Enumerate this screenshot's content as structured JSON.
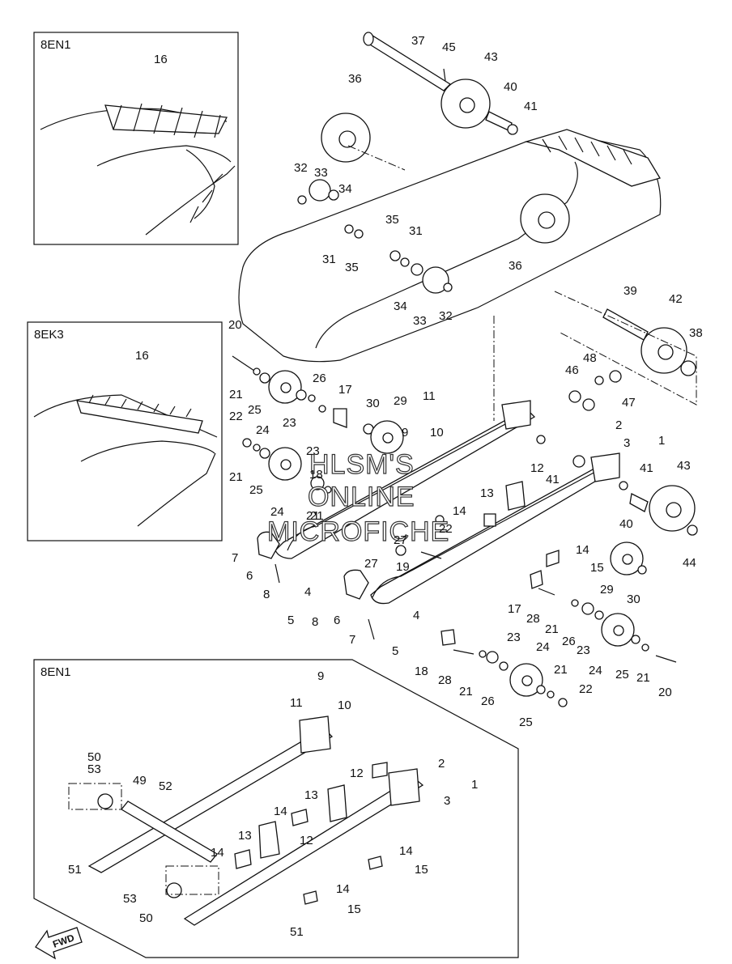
{
  "boxes": {
    "top": "8EN1",
    "middle": "8EK3",
    "bottom": "8EN1"
  },
  "watermark": [
    "HLSM'S",
    "ONLINE",
    "MICROFICHE"
  ],
  "fwd": "FWD",
  "callouts": [
    {
      "id": "c16a",
      "text": "16"
    },
    {
      "id": "c37",
      "text": "37"
    },
    {
      "id": "c45",
      "text": "45"
    },
    {
      "id": "c43a",
      "text": "43"
    },
    {
      "id": "c36a",
      "text": "36"
    },
    {
      "id": "c40a",
      "text": "40"
    },
    {
      "id": "c41a",
      "text": "41"
    },
    {
      "id": "c32a",
      "text": "32"
    },
    {
      "id": "c33a",
      "text": "33"
    },
    {
      "id": "c34a",
      "text": "34"
    },
    {
      "id": "c31a",
      "text": "31"
    },
    {
      "id": "c35a",
      "text": "35"
    },
    {
      "id": "c35b",
      "text": "35"
    },
    {
      "id": "c31b",
      "text": "31"
    },
    {
      "id": "c36b",
      "text": "36"
    },
    {
      "id": "c34b",
      "text": "34"
    },
    {
      "id": "c33b",
      "text": "33"
    },
    {
      "id": "c32b",
      "text": "32"
    },
    {
      "id": "c39",
      "text": "39"
    },
    {
      "id": "c42",
      "text": "42"
    },
    {
      "id": "c38",
      "text": "38"
    },
    {
      "id": "c16b",
      "text": "16"
    },
    {
      "id": "c20a",
      "text": "20"
    },
    {
      "id": "c21a",
      "text": "21"
    },
    {
      "id": "c25a",
      "text": "25"
    },
    {
      "id": "c26a",
      "text": "26"
    },
    {
      "id": "c24a",
      "text": "24"
    },
    {
      "id": "c23a",
      "text": "23"
    },
    {
      "id": "c17a",
      "text": "17"
    },
    {
      "id": "c30a",
      "text": "30"
    },
    {
      "id": "c29a",
      "text": "29"
    },
    {
      "id": "c48",
      "text": "48"
    },
    {
      "id": "c46",
      "text": "46"
    },
    {
      "id": "c47",
      "text": "47"
    },
    {
      "id": "c11a",
      "text": "11"
    },
    {
      "id": "c9a",
      "text": "9"
    },
    {
      "id": "c10a",
      "text": "10"
    },
    {
      "id": "c2a",
      "text": "2"
    },
    {
      "id": "c3a",
      "text": "3"
    },
    {
      "id": "c1a",
      "text": "1"
    },
    {
      "id": "c22a",
      "text": "22"
    },
    {
      "id": "c21b",
      "text": "21"
    },
    {
      "id": "c23b",
      "text": "23"
    },
    {
      "id": "c18a",
      "text": "18"
    },
    {
      "id": "c21c",
      "text": "21"
    },
    {
      "id": "c25b",
      "text": "25"
    },
    {
      "id": "c24b",
      "text": "24"
    },
    {
      "id": "c21d",
      "text": "21"
    },
    {
      "id": "c12a",
      "text": "12"
    },
    {
      "id": "c13a",
      "text": "13"
    },
    {
      "id": "c41b",
      "text": "41"
    },
    {
      "id": "c41c",
      "text": "41"
    },
    {
      "id": "c43b",
      "text": "43"
    },
    {
      "id": "c40b",
      "text": "40"
    },
    {
      "id": "c44",
      "text": "44"
    },
    {
      "id": "c14a",
      "text": "14"
    },
    {
      "id": "c22b",
      "text": "22"
    },
    {
      "id": "c7a",
      "text": "7"
    },
    {
      "id": "c6a",
      "text": "6"
    },
    {
      "id": "c27a",
      "text": "27"
    },
    {
      "id": "c27b",
      "text": "27"
    },
    {
      "id": "c19",
      "text": "19"
    },
    {
      "id": "c14b",
      "text": "14"
    },
    {
      "id": "c15a",
      "text": "15"
    },
    {
      "id": "c8a",
      "text": "8"
    },
    {
      "id": "c4a",
      "text": "4"
    },
    {
      "id": "c5a",
      "text": "5"
    },
    {
      "id": "c8b",
      "text": "8"
    },
    {
      "id": "c6b",
      "text": "6"
    },
    {
      "id": "c29b",
      "text": "29"
    },
    {
      "id": "c30b",
      "text": "30"
    },
    {
      "id": "c17b",
      "text": "17"
    },
    {
      "id": "c28a",
      "text": "28"
    },
    {
      "id": "c21e",
      "text": "21"
    },
    {
      "id": "c26b",
      "text": "26"
    },
    {
      "id": "c23c",
      "text": "23"
    },
    {
      "id": "c7b",
      "text": "7"
    },
    {
      "id": "c4b",
      "text": "4"
    },
    {
      "id": "c5b",
      "text": "5"
    },
    {
      "id": "c24c",
      "text": "24"
    },
    {
      "id": "c25c",
      "text": "25"
    },
    {
      "id": "c21f",
      "text": "21"
    },
    {
      "id": "c20b",
      "text": "20"
    },
    {
      "id": "c23d",
      "text": "23"
    },
    {
      "id": "c18b",
      "text": "18"
    },
    {
      "id": "c28b",
      "text": "28"
    },
    {
      "id": "c21g",
      "text": "21"
    },
    {
      "id": "c26c",
      "text": "26"
    },
    {
      "id": "c21h",
      "text": "21"
    },
    {
      "id": "c22c",
      "text": "22"
    },
    {
      "id": "c24d",
      "text": "24"
    },
    {
      "id": "c25d",
      "text": "25"
    },
    {
      "id": "c9b",
      "text": "9"
    },
    {
      "id": "c11b",
      "text": "11"
    },
    {
      "id": "c10b",
      "text": "10"
    },
    {
      "id": "c50a",
      "text": "50"
    },
    {
      "id": "c53a",
      "text": "53"
    },
    {
      "id": "c49",
      "text": "49"
    },
    {
      "id": "c52",
      "text": "52"
    },
    {
      "id": "c2b",
      "text": "2"
    },
    {
      "id": "c1b",
      "text": "1"
    },
    {
      "id": "c3b",
      "text": "3"
    },
    {
      "id": "c12b",
      "text": "12"
    },
    {
      "id": "c13b",
      "text": "13"
    },
    {
      "id": "c14c",
      "text": "14"
    },
    {
      "id": "c12c",
      "text": "12"
    },
    {
      "id": "c13c",
      "text": "13"
    },
    {
      "id": "c14d",
      "text": "14"
    },
    {
      "id": "c51a",
      "text": "51"
    },
    {
      "id": "c14e",
      "text": "14"
    },
    {
      "id": "c15b",
      "text": "15"
    },
    {
      "id": "c53b",
      "text": "53"
    },
    {
      "id": "c14f",
      "text": "14"
    },
    {
      "id": "c50b",
      "text": "50"
    },
    {
      "id": "c15c",
      "text": "15"
    },
    {
      "id": "c51b",
      "text": "51"
    }
  ]
}
